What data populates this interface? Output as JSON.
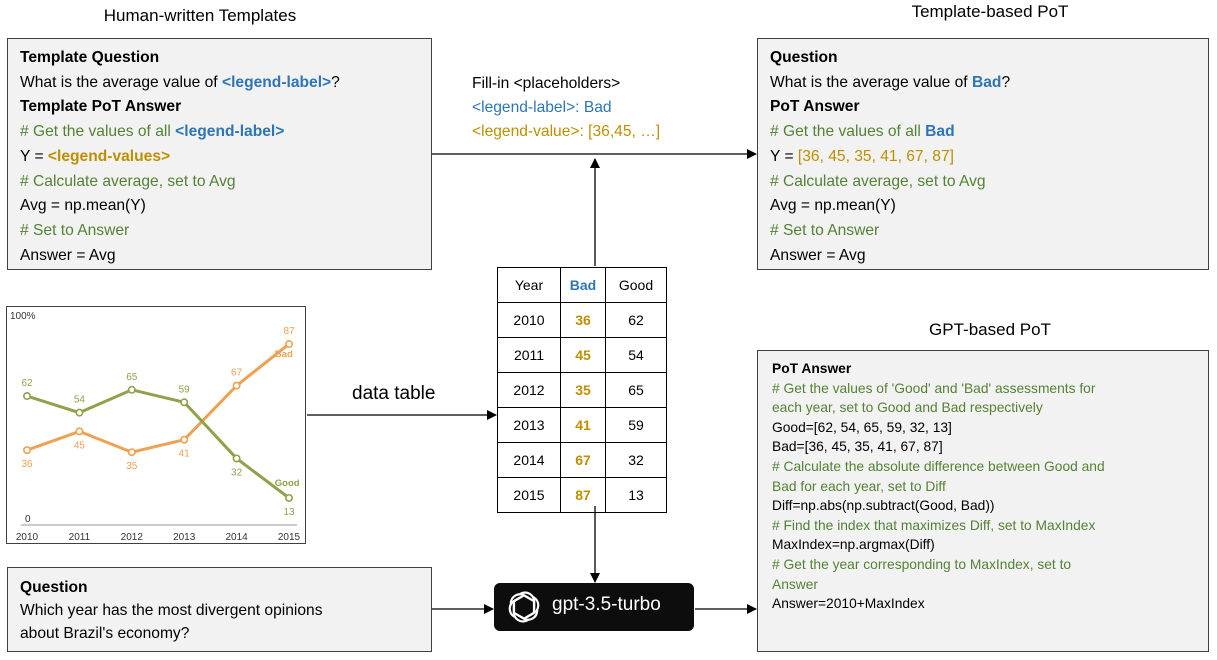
{
  "headings": {
    "human": "Human-written Templates",
    "template_pot": "Template-based PoT",
    "gpt_pot": "GPT-based PoT"
  },
  "template_box": {
    "q_label": "Template Question",
    "q_pre": "What is the average value of ",
    "q_placeholder": "<legend-label>",
    "q_post": "?",
    "a_label": "Template PoT Answer",
    "c1_pre": "# Get the values of all ",
    "c1_placeholder": "<legend-label>",
    "y_pre": "Y = ",
    "y_placeholder": "<legend-values>",
    "c2": "# Calculate average, set to Avg",
    "avg": "Avg = np.mean(Y)",
    "c3": "# Set to Answer",
    "ans": "Answer = Avg"
  },
  "fill": {
    "title": "Fill-in <placeholders>",
    "label_line": "<legend-label>: Bad",
    "value_line": "<legend-value>: [36,45, …]"
  },
  "pot_box": {
    "q_label": "Question",
    "q_pre": "What is the average value of ",
    "q_value": "Bad",
    "q_post": "?",
    "a_label": "PoT Answer",
    "c1_pre": "# Get the values of all ",
    "c1_value": "Bad",
    "y_pre": "Y = ",
    "y_value": "[36, 45, 35, 41, 67, 87]",
    "c2": "# Calculate average, set to Avg",
    "avg": "Avg = np.mean(Y)",
    "c3": "# Set to Answer",
    "ans": "Answer = Avg"
  },
  "data_table_label": "data table",
  "table": {
    "headers": [
      "Year",
      "Bad",
      "Good"
    ],
    "rows": [
      [
        "2010",
        "36",
        "62"
      ],
      [
        "2011",
        "45",
        "54"
      ],
      [
        "2012",
        "35",
        "65"
      ],
      [
        "2013",
        "41",
        "59"
      ],
      [
        "2014",
        "67",
        "32"
      ],
      [
        "2015",
        "87",
        "13"
      ]
    ]
  },
  "gpt_box": {
    "label": "PoT  Answer",
    "lines": [
      {
        "text": "# Get the values of 'Good' and 'Bad' assessments for",
        "kind": "comment"
      },
      {
        "text": "each year, set to Good and Bad respectively",
        "kind": "comment"
      },
      {
        "text": "Good=[62, 54, 65, 59, 32, 13]",
        "kind": "code"
      },
      {
        "text": "Bad=[36, 45, 35, 41, 67, 87]",
        "kind": "code"
      },
      {
        "text": "# Calculate the absolute difference between Good and",
        "kind": "comment"
      },
      {
        "text": "Bad for each year, set to Diff",
        "kind": "comment"
      },
      {
        "text": "Diff=np.abs(np.subtract(Good, Bad))",
        "kind": "code"
      },
      {
        "text": "# Find the index that maximizes Diff, set to MaxIndex",
        "kind": "comment"
      },
      {
        "text": "MaxIndex=np.argmax(Diff)",
        "kind": "code"
      },
      {
        "text": "# Get the year corresponding to MaxIndex, set to",
        "kind": "comment"
      },
      {
        "text": "Answer",
        "kind": "comment"
      },
      {
        "text": "Answer=2010+MaxIndex",
        "kind": "code"
      }
    ]
  },
  "question_box": {
    "label": "Question",
    "line1": "Which year has the most divergent opinions",
    "line2": "about Brazil's economy?"
  },
  "model_label": "gpt-3.5-turbo",
  "colors": {
    "bad": "#f0a050",
    "good": "#8ea24a",
    "comment": "#548235",
    "placeholder_blue": "#2e75b6",
    "placeholder_gold": "#bf8f00"
  },
  "chart_data": {
    "type": "line",
    "x": [
      "2010",
      "2011",
      "2012",
      "2013",
      "2014",
      "2015"
    ],
    "series": [
      {
        "name": "Bad",
        "values": [
          36,
          45,
          35,
          41,
          67,
          87
        ]
      },
      {
        "name": "Good",
        "values": [
          62,
          54,
          65,
          59,
          32,
          13
        ]
      }
    ],
    "ytick_top": "100%",
    "ytick_bottom": "0",
    "ylim": [
      0,
      100
    ],
    "grid": false,
    "legend": "inline labels"
  }
}
